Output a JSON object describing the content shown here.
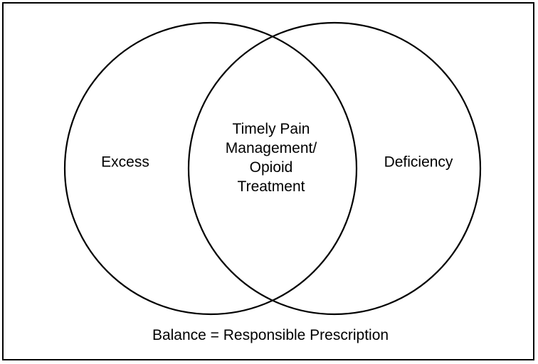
{
  "diagram": {
    "type": "venn",
    "left_label": "Excess",
    "right_label": "Deficiency",
    "overlap_label": "Timely Pain Management/ Opioid Treatment",
    "overlap_lines": [
      "Timely Pain",
      "Management/",
      "Opioid",
      "Treatment"
    ],
    "caption": "Balance = Responsible Prescription"
  },
  "colors": {
    "stroke": "#000000",
    "background": "#ffffff",
    "text": "#000000"
  }
}
